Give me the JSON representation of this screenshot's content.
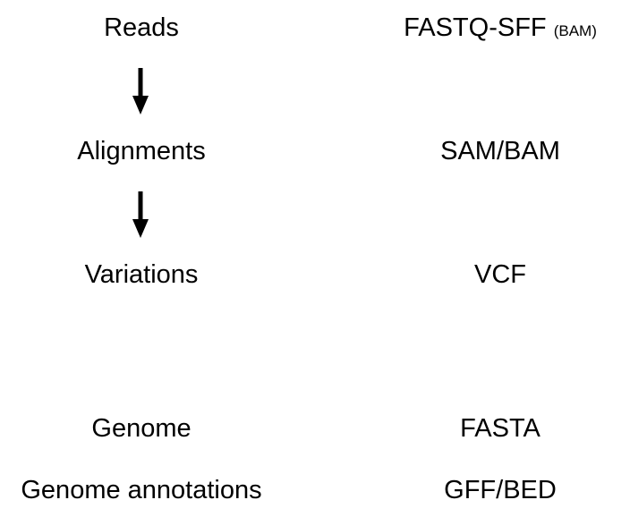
{
  "rows": [
    {
      "stage": "Reads",
      "format": "FASTQ-SFF",
      "format_note": "(BAM)"
    },
    {
      "stage": "Alignments",
      "format": "SAM/BAM"
    },
    {
      "stage": "Variations",
      "format": "VCF"
    },
    {
      "stage": "Genome",
      "format": "FASTA"
    },
    {
      "stage": "Genome annotations",
      "format": "GFF/BED"
    }
  ],
  "icons": [
    "down-arrow-icon",
    "down-arrow-icon"
  ],
  "colors": {
    "text": "#000000",
    "background": "#ffffff"
  }
}
